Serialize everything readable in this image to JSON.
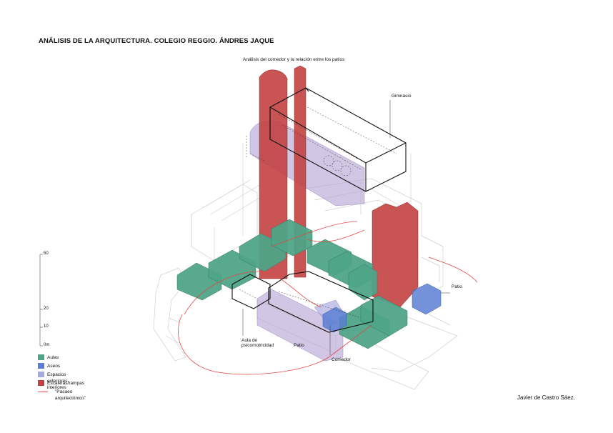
{
  "title": "ANÁLISIS DE LA ARQUITECTURA. COLEGIO REGGIO. ÁNDRES JAQUE",
  "subtitle": "Análisis del comedor y la relación entre los patios",
  "labels": {
    "gimnasio": "Gimnasio",
    "patio_right": "Patio",
    "aula": "Aula de\npsicomotricidad",
    "patio_center": "Patio",
    "comedor": "Comedor"
  },
  "scale": {
    "ticks": [
      "50",
      "20",
      "10",
      "0m"
    ]
  },
  "legend": [
    {
      "label": "Aulas",
      "color": "#4fa487"
    },
    {
      "label": "Aseos",
      "color": "#5b7fd4"
    },
    {
      "label": "Espacios exteriores-interiores",
      "color": "#a8a8e0"
    },
    {
      "label": "Escaleras/rampas",
      "color": "#c24141"
    }
  ],
  "legend_line": {
    "label": "\"Pasaeo arquitectónico\"",
    "color": "#e04a4a"
  },
  "colors": {
    "aulas": "#4fa487",
    "aseos": "#5b7fd4",
    "exteriores": "#b9a7d4",
    "escaleras": "#c24141",
    "recorrido": "#e04a4a"
  },
  "author": "Javier de Castro Sáez."
}
